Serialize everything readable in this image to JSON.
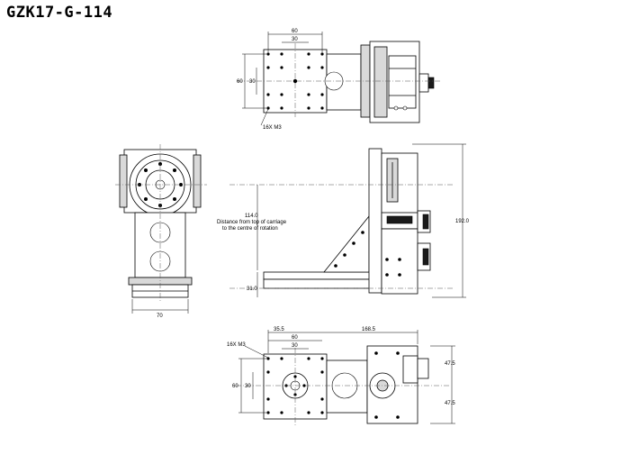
{
  "title": "GZK17-G-114",
  "dimensions": {
    "top_view": {
      "width_60": "60",
      "width_30": "30",
      "height_60": "60",
      "height_30": "30",
      "holes_note": "16X M3"
    },
    "side_view": {
      "carriage_to_rotation": "114.0",
      "carriage_note_line1": "Distance from top of carriage",
      "carriage_note_line2": "to the centre of rotation",
      "base_height": "31.0",
      "total_height": "192.0"
    },
    "front_view": {
      "width": "70"
    },
    "bottom_view": {
      "offset": "35.5",
      "length": "168.5",
      "width_60": "60",
      "width_30": "30",
      "height_60": "60",
      "height_30": "30",
      "holes_note": "16X M3",
      "half_upper": "47.5",
      "half_lower": "47.5"
    }
  },
  "colors": {
    "line": "#000000",
    "shade": "#d9d9d9",
    "dark": "#1a1a1a"
  }
}
